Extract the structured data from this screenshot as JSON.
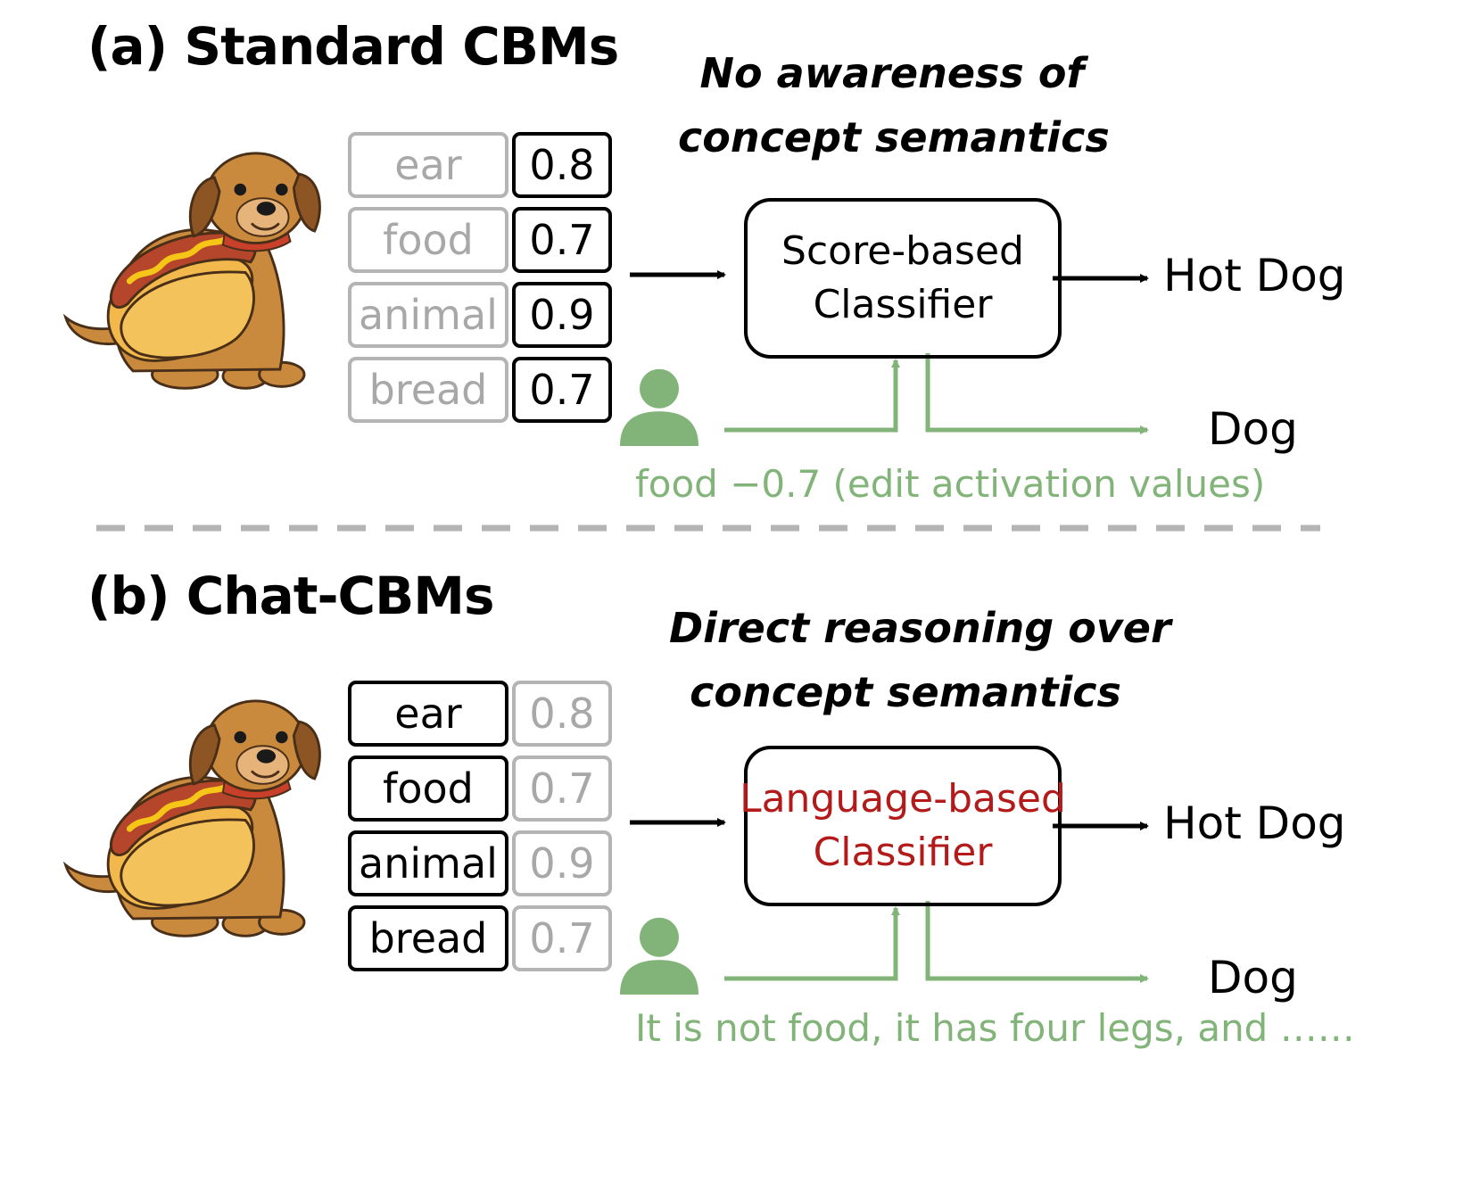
{
  "colors": {
    "accent_green": "#82b47a",
    "accent_red": "#b31b1b",
    "dim_gray": "#a8a8a8"
  },
  "icons": {
    "dog": "hot-dog-costume-dog-icon",
    "user": "person-icon"
  },
  "panels": [
    {
      "title": "(a) Standard CBMs",
      "caption_line1": "No awareness of",
      "caption_line2": "concept semantics",
      "concepts": [
        "ear",
        "food",
        "animal",
        "bread"
      ],
      "scores": [
        "0.8",
        "0.7",
        "0.9",
        "0.7"
      ],
      "classifier_line1": "Score-based",
      "classifier_line2": "Classifier",
      "output_top": "Hot Dog",
      "output_bottom": "Dog",
      "feedback": "food −0.7 (edit activation values)"
    },
    {
      "title": "(b) Chat-CBMs",
      "caption_line1": "Direct reasoning over",
      "caption_line2": "concept semantics",
      "concepts": [
        "ear",
        "food",
        "animal",
        "bread"
      ],
      "scores": [
        "0.8",
        "0.7",
        "0.9",
        "0.7"
      ],
      "classifier_line1": "Language-based",
      "classifier_line2": "Classifier",
      "output_top": "Hot Dog",
      "output_bottom": "Dog",
      "feedback": "It is not food, it has four legs, and ……"
    }
  ]
}
